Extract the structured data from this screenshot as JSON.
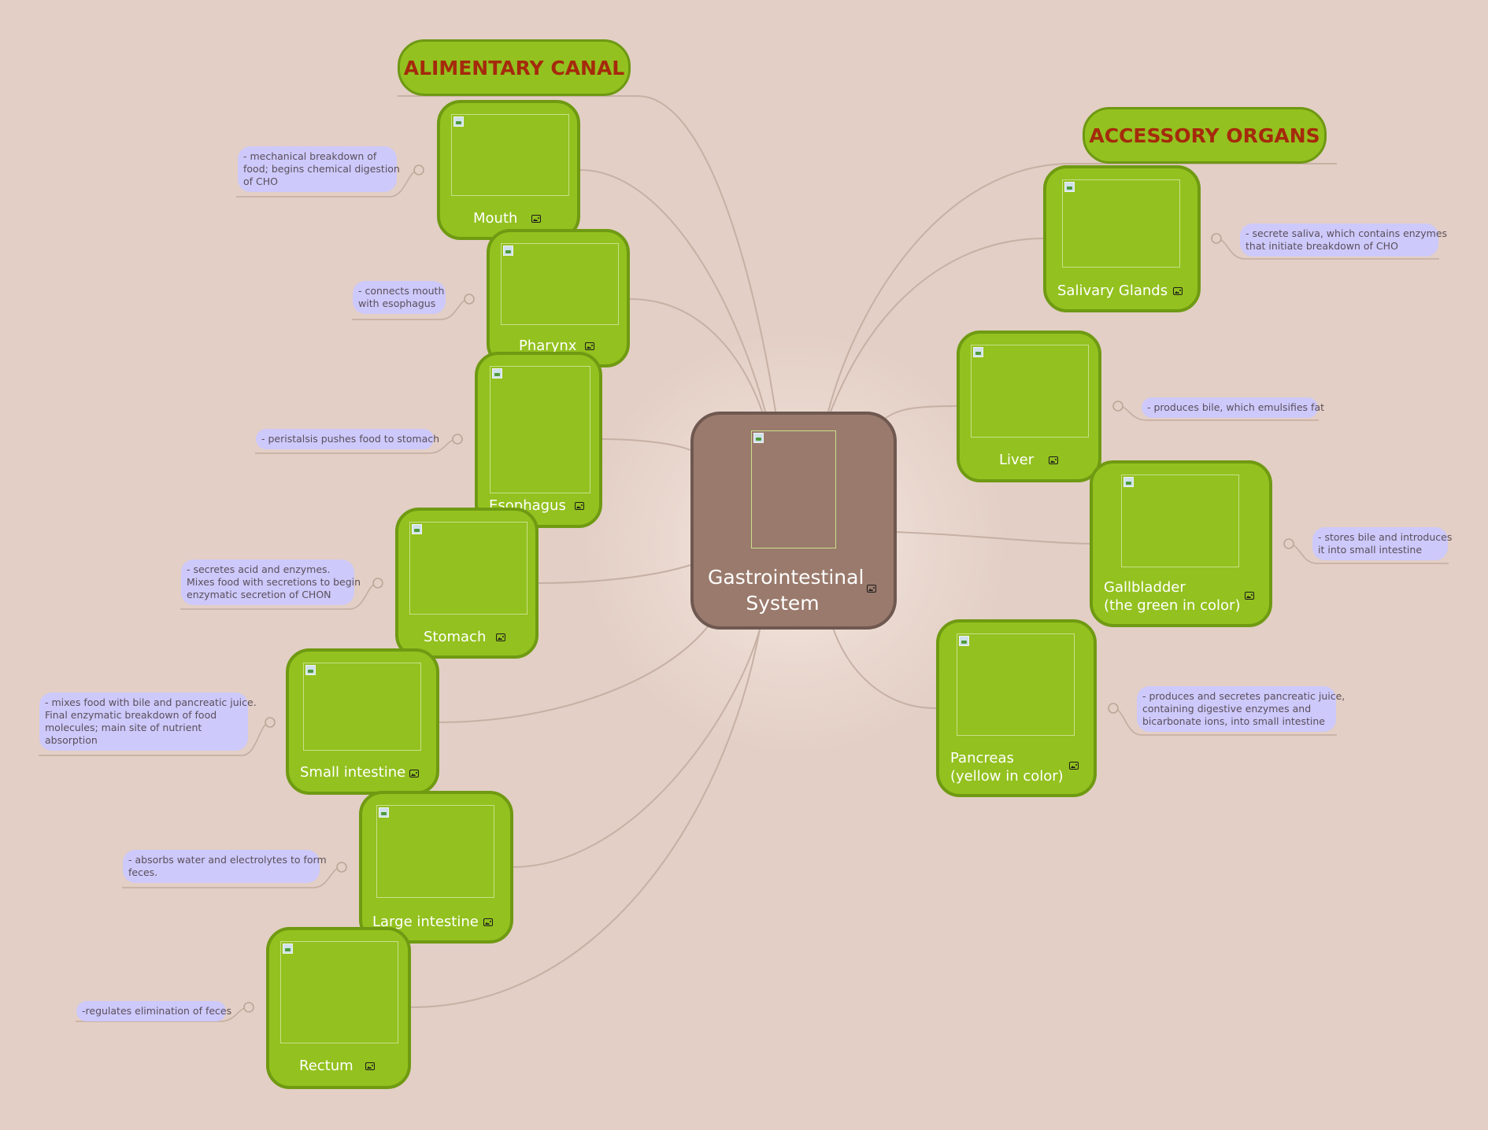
{
  "diagram": {
    "central": {
      "title_line1": "Gastrointestinal",
      "title_line2": "System",
      "icon": "image-icon"
    },
    "headers": {
      "alimentary": "ALIMENTARY CANAL",
      "accessory": "ACCESSORY ORGANS"
    },
    "alimentary_canal": [
      {
        "name": "Mouth",
        "note": [
          "- mechanical breakdown of",
          "food; begins chemical digestion",
          "of CHO"
        ]
      },
      {
        "name": "Pharynx",
        "note": [
          "- connects mouth",
          "with esophagus"
        ]
      },
      {
        "name": "Esophagus",
        "note": [
          "- peristalsis pushes food to stomach"
        ]
      },
      {
        "name": "Stomach",
        "note": [
          "- secretes acid and enzymes.",
          "Mixes food with secretions to begin",
          "enzymatic secretion of CHON"
        ]
      },
      {
        "name": "Small intestine",
        "note": [
          "- mixes food with bile and pancreatic juice.",
          "Final enzymatic breakdown of food",
          "molecules; main site of nutrient",
          "absorption"
        ]
      },
      {
        "name": "Large intestine",
        "note": [
          "- absorbs water and electrolytes to form",
          "feces."
        ]
      },
      {
        "name": "Rectum",
        "note": [
          "-regulates elimination of feces"
        ]
      }
    ],
    "accessory_organs": [
      {
        "name": "Salivary Glands",
        "note": [
          "- secrete saliva, which contains enzymes",
          "that initiate breakdown of CHO"
        ]
      },
      {
        "name": "Liver",
        "note": [
          "- produces bile, which emulsifies fat"
        ]
      },
      {
        "name": "Gallbladder",
        "name2": "(the green in color)",
        "note": [
          "- stores bile and introduces",
          "it into small intestine"
        ]
      },
      {
        "name": "Pancreas",
        "name2": "(yellow in color)",
        "note": [
          "- produces and secretes pancreatic juice,",
          "containing digestive enzymes and",
          "bicarbonate ions, into small intestine"
        ]
      }
    ],
    "colors": {
      "background": "#e3cfc5",
      "node_fill": "#93c11f",
      "node_border": "#6f9a12",
      "header_text": "#a52a0c",
      "central_fill": "#9a7a6c",
      "note_fill": "#cdc9fb"
    }
  }
}
